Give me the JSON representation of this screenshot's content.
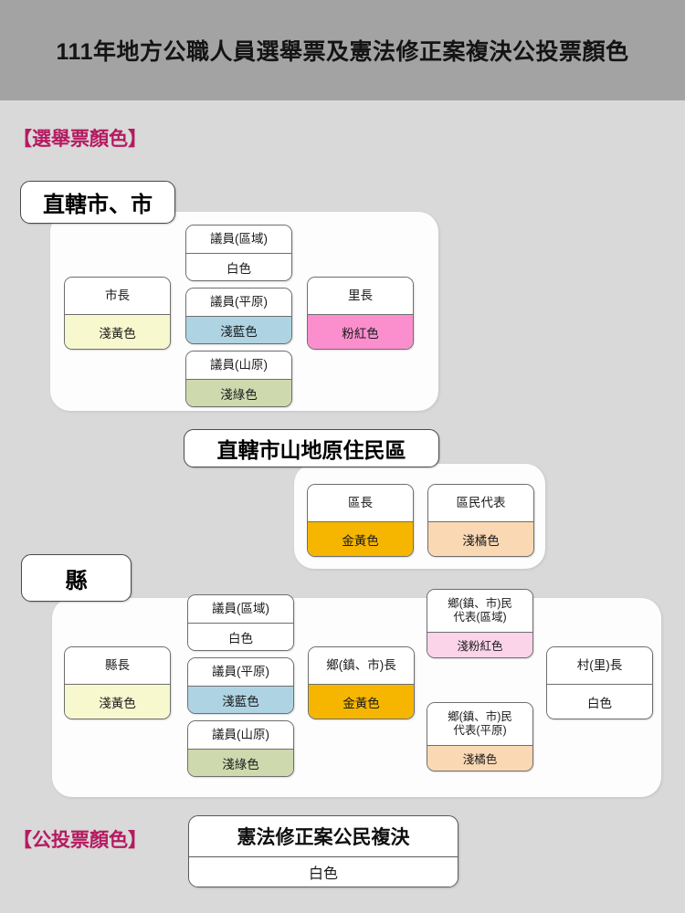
{
  "header": {
    "title": "111年地方公職人員選舉票及憲法修正案複決公投票顏色"
  },
  "sections": [
    {
      "key": "ballot",
      "label": "【選舉票顏色】"
    },
    {
      "key": "referendum",
      "label": "【公投票顏色】"
    }
  ],
  "groups": [
    {
      "key": "municipality",
      "label": "直轄市、市",
      "cards": [
        {
          "title": "市長",
          "color_label": "淺黃色",
          "color_hex": "#f8f8cf"
        },
        {
          "title": "議員(區域)",
          "color_label": "白色",
          "color_hex": "#ffffff"
        },
        {
          "title": "議員(平原)",
          "color_label": "淺藍色",
          "color_hex": "#aed4e3"
        },
        {
          "title": "議員(山原)",
          "color_label": "淺綠色",
          "color_hex": "#cfd9ae"
        },
        {
          "title": "里長",
          "color_label": "粉紅色",
          "color_hex": "#fb8fce"
        }
      ]
    },
    {
      "key": "indigenous-district",
      "label": "直轄市山地原住民區",
      "cards": [
        {
          "title": "區長",
          "color_label": "金黃色",
          "color_hex": "#f6b600"
        },
        {
          "title": "區民代表",
          "color_label": "淺橘色",
          "color_hex": "#fad8b4"
        }
      ]
    },
    {
      "key": "county",
      "label": "縣",
      "cards": [
        {
          "title": "縣長",
          "color_label": "淺黃色",
          "color_hex": "#f8f8cf"
        },
        {
          "title": "議員(區域)",
          "color_label": "白色",
          "color_hex": "#ffffff"
        },
        {
          "title": "議員(平原)",
          "color_label": "淺藍色",
          "color_hex": "#aed4e3"
        },
        {
          "title": "議員(山原)",
          "color_label": "淺綠色",
          "color_hex": "#cfd9ae"
        },
        {
          "title": "鄉(鎮、市)長",
          "color_label": "金黃色",
          "color_hex": "#f6b600"
        },
        {
          "title": "鄉(鎮、市)民\n代表(區域)",
          "color_label": "淺粉紅色",
          "color_hex": "#fbd4e9"
        },
        {
          "title": "鄉(鎮、市)民\n代表(平原)",
          "color_label": "淺橘色",
          "color_hex": "#fad8b4"
        },
        {
          "title": "村(里)長",
          "color_label": "白色",
          "color_hex": "#ffffff"
        }
      ]
    }
  ],
  "referendum": {
    "title": "憲法修正案公民複決",
    "color_label": "白色",
    "color_hex": "#ffffff"
  },
  "colors": {
    "header_bg": "#a3a3a3",
    "page_bg": "#d9d9d9",
    "accent": "#b51b60",
    "panel_bg": "#fdfdfd",
    "border": "#6e6e6e"
  }
}
